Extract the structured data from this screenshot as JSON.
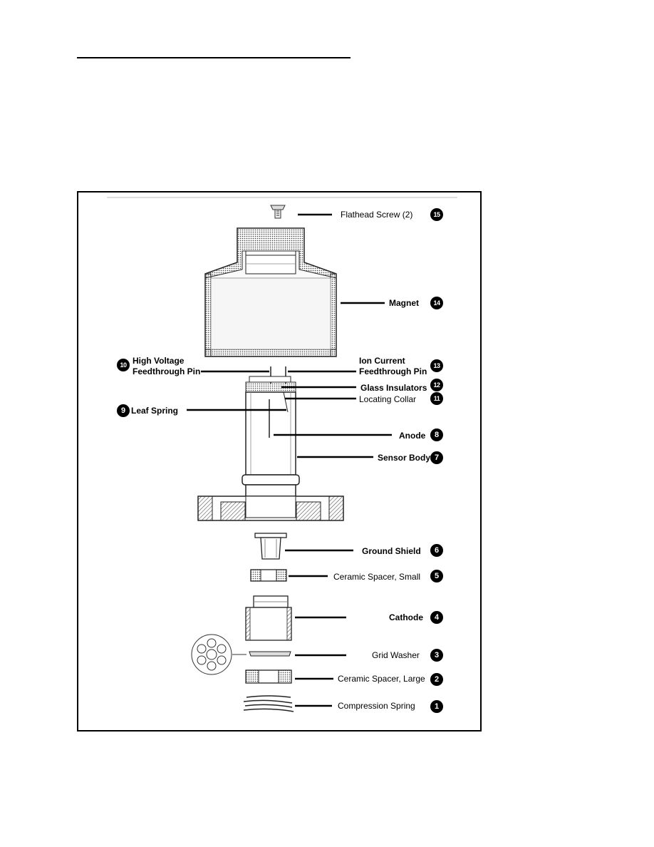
{
  "parts": [
    {
      "num": "1",
      "label": "Compression Spring"
    },
    {
      "num": "2",
      "label": "Ceramic Spacer, Large"
    },
    {
      "num": "3",
      "label": "Grid Washer"
    },
    {
      "num": "4",
      "label": "Cathode"
    },
    {
      "num": "5",
      "label": "Ceramic Spacer, Small"
    },
    {
      "num": "6",
      "label": "Ground Shield"
    },
    {
      "num": "7",
      "label": "Sensor Body"
    },
    {
      "num": "8",
      "label": "Anode"
    },
    {
      "num": "9",
      "label": "Leaf Spring"
    },
    {
      "num": "10",
      "label_line1": "High Voltage",
      "label_line2": "Feedthrough Pin"
    },
    {
      "num": "11",
      "label": "Locating Collar"
    },
    {
      "num": "12",
      "label": "Glass Insulators"
    },
    {
      "num": "13",
      "label_line1": "Ion Current",
      "label_line2": "Feedthrough Pin"
    },
    {
      "num": "14",
      "label": "Magnet"
    },
    {
      "num": "15",
      "label": "Flathead Screw (2)"
    }
  ]
}
